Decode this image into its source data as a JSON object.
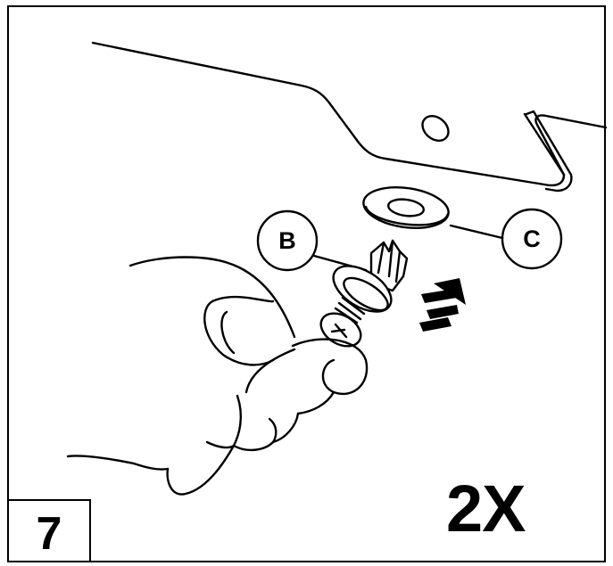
{
  "step_number": "7",
  "quantity": "2X",
  "callouts": {
    "b": "B",
    "c": "C"
  },
  "icons": {
    "arrow": "dashed-up-arrow-icon",
    "hand": "hand-illustration",
    "fastener": "push-rivet-screw",
    "grommet": "washer-grommet"
  },
  "colors": {
    "line": "#000000",
    "background": "#ffffff"
  }
}
